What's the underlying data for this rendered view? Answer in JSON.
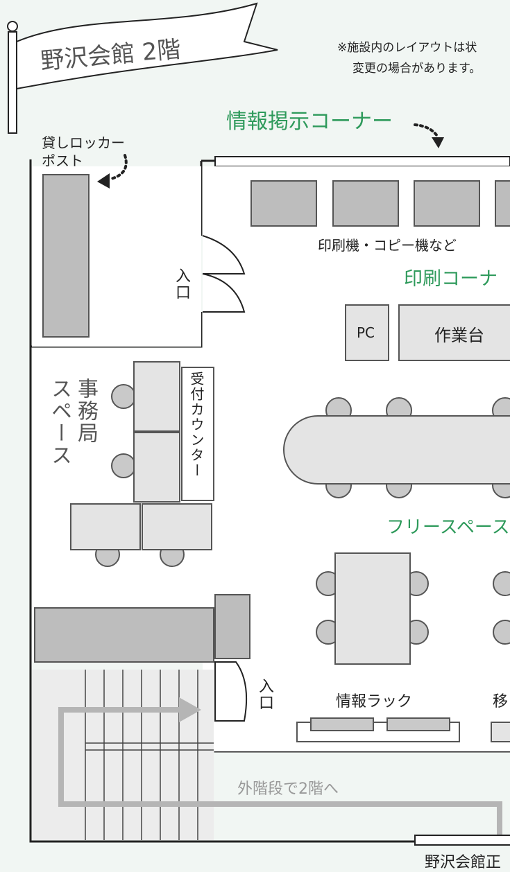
{
  "banner": {
    "title": "野沢会館 2階"
  },
  "notice": {
    "line1": "※施設内のレイアウトは状",
    "line2": "変更の場合があります。"
  },
  "labels": {
    "info_board": "情報掲示コーナー",
    "locker_line1": "貸しロッカー",
    "locker_line2": "ポスト",
    "printers": "印刷機・コピー機など",
    "print_corner": "印刷コーナ",
    "pc": "PC",
    "worktable": "作業台",
    "office": "事務局スペース",
    "office_col1": "事務局",
    "office_col2": "スペース",
    "reception": "受付カウンター",
    "free_space": "フリースペース",
    "info_rack": "情報ラック",
    "move_partial": "移",
    "entrance": "入口",
    "stairs": "外階段で2階へ",
    "bottom": "野沢会館正"
  },
  "colors": {
    "accent_green": "#2e9a5b",
    "furniture_gray": "#b5b5b5",
    "background": "#f1f6f3"
  }
}
